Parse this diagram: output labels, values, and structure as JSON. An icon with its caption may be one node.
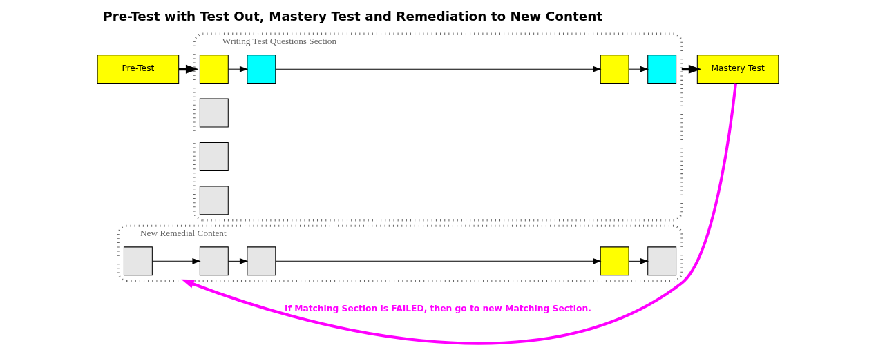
{
  "diagram": {
    "title": "Pre-Test with Test Out, Mastery Test and Remediation to New Content",
    "nodes": [
      {
        "text": [
          "Pre-Test"
        ]
      },
      {
        "text": [
          "Writing Test Questions Section"
        ]
      },
      {
        "text": [],
        "shape": "box",
        "in": 1
      },
      {
        "text": [],
        "shape": "box",
        "in": 1
      },
      {
        "text": [],
        "shape": "box",
        "in": 1
      },
      {
        "text": [],
        "shape": "box",
        "in": 1
      },
      {
        "text": [],
        "shape": "box",
        "in": 1
      },
      {
        "text": [],
        "shape": "box",
        "in": 1
      },
      {
        "text": [],
        "shape": "box",
        "in": 1
      },
      {
        "text": [
          "Mastery Test"
        ]
      },
      {
        "text": [
          "New Remedial Content"
        ]
      },
      {
        "text": [],
        "shape": "box",
        "in": 10
      },
      {
        "text": [],
        "shape": "box",
        "in": 10
      },
      {
        "text": [],
        "shape": "box",
        "in": 10
      },
      {
        "text": [],
        "shape": "box",
        "in": 10
      },
      {
        "text": [],
        "shape": "box",
        "in": 10
      }
    ],
    "edges": [
      {
        "from": 0,
        "to": 1,
        "arrow": "to",
        "style": "thick"
      },
      {
        "from": 2,
        "to": 3,
        "arrow": "to"
      },
      {
        "from": 3,
        "to": 6,
        "arrow": "to"
      },
      {
        "from": 6,
        "to": 8,
        "arrow": "to"
      },
      {
        "from": 1,
        "to": 9,
        "arrow": "to",
        "style": "thick"
      },
      {
        "from": 9,
        "to": 10,
        "arrow": "to",
        "style": "thick",
        "color": "#ff00ff",
        "label": "If Matching Section is FAILED, then go to new Matching Section."
      },
      {
        "from": 11,
        "to": 12,
        "arrow": "to"
      },
      {
        "from": 12,
        "to": 13,
        "arrow": "to"
      },
      {
        "from": 13,
        "to": 14,
        "arrow": "to"
      },
      {
        "from": 14,
        "to": 15,
        "arrow": "to"
      }
    ]
  }
}
